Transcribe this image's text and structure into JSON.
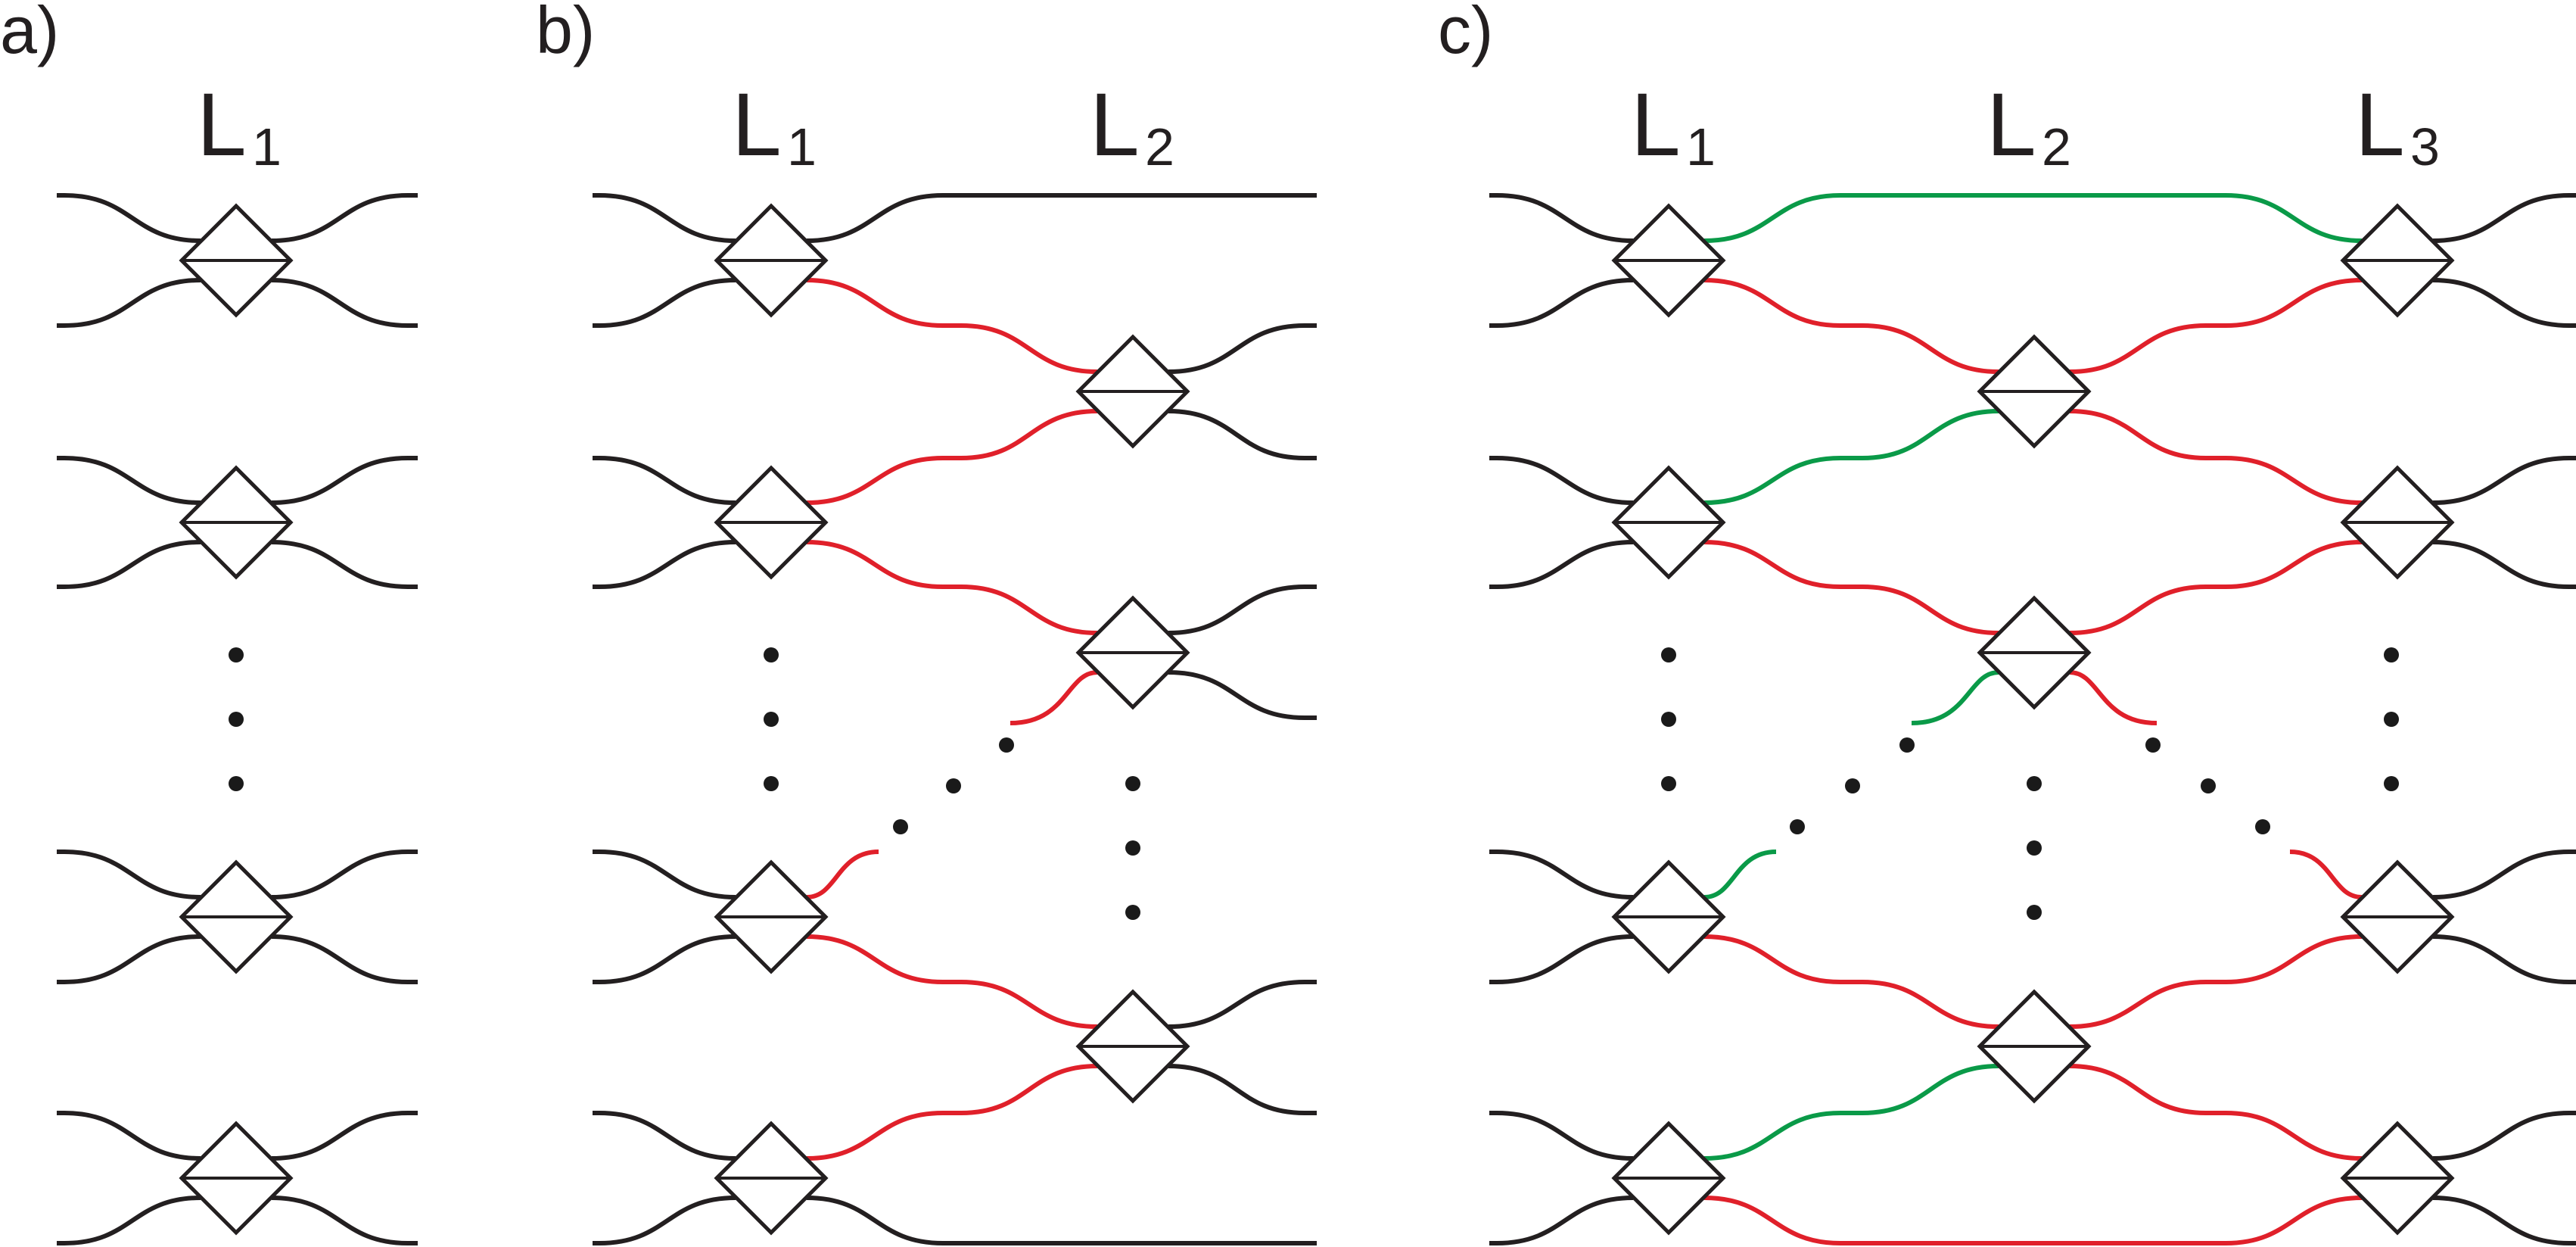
{
  "panels": [
    {
      "id": "a",
      "label": "a)",
      "columns": [
        {
          "letter": "L",
          "sub": "1"
        }
      ]
    },
    {
      "id": "b",
      "label": "b)",
      "columns": [
        {
          "letter": "L",
          "sub": "1"
        },
        {
          "letter": "L",
          "sub": "2"
        }
      ]
    },
    {
      "id": "c",
      "label": "c)",
      "columns": [
        {
          "letter": "L",
          "sub": "1"
        },
        {
          "letter": "L",
          "sub": "2"
        },
        {
          "letter": "L",
          "sub": "3"
        }
      ]
    }
  ],
  "colors": {
    "ink": "#231f20",
    "red": "#e0202a",
    "green": "#0a9a48",
    "dot": "#1a1a1a"
  }
}
